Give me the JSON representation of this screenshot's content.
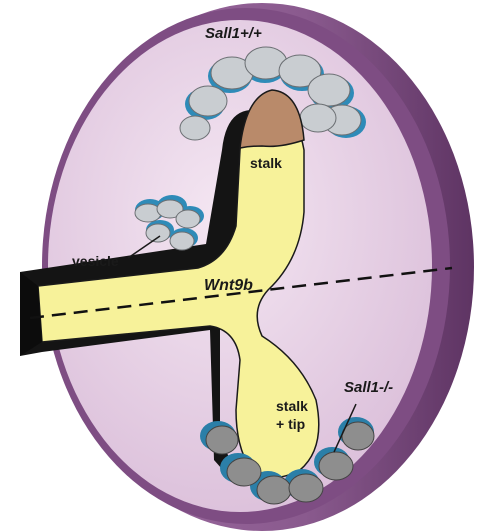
{
  "labels": {
    "sall1_wt": "Sall1+/+",
    "stalk_top": "stalk",
    "vesicle": "vesicle",
    "gene": "Wnt9b",
    "stalk_tip_line1": "stalk",
    "stalk_tip_line2": "+ tip",
    "sall1_ko": "Sall1-/-"
  },
  "colors": {
    "dish_rim": "#8a5a8e",
    "dish_rim_dark": "#6e3f73",
    "dish_fill": "#e9d3e6",
    "ureteric_bud": "#f7f29a",
    "bud_shadow": "#141414",
    "tip_cap": "#b98a6a",
    "cell_wt_front": "#c9cdd1",
    "cell_wt_back": "#2e8bb8",
    "cell_ko_front": "#8e8e8e",
    "cell_ko_back": "#2b7fa8"
  }
}
